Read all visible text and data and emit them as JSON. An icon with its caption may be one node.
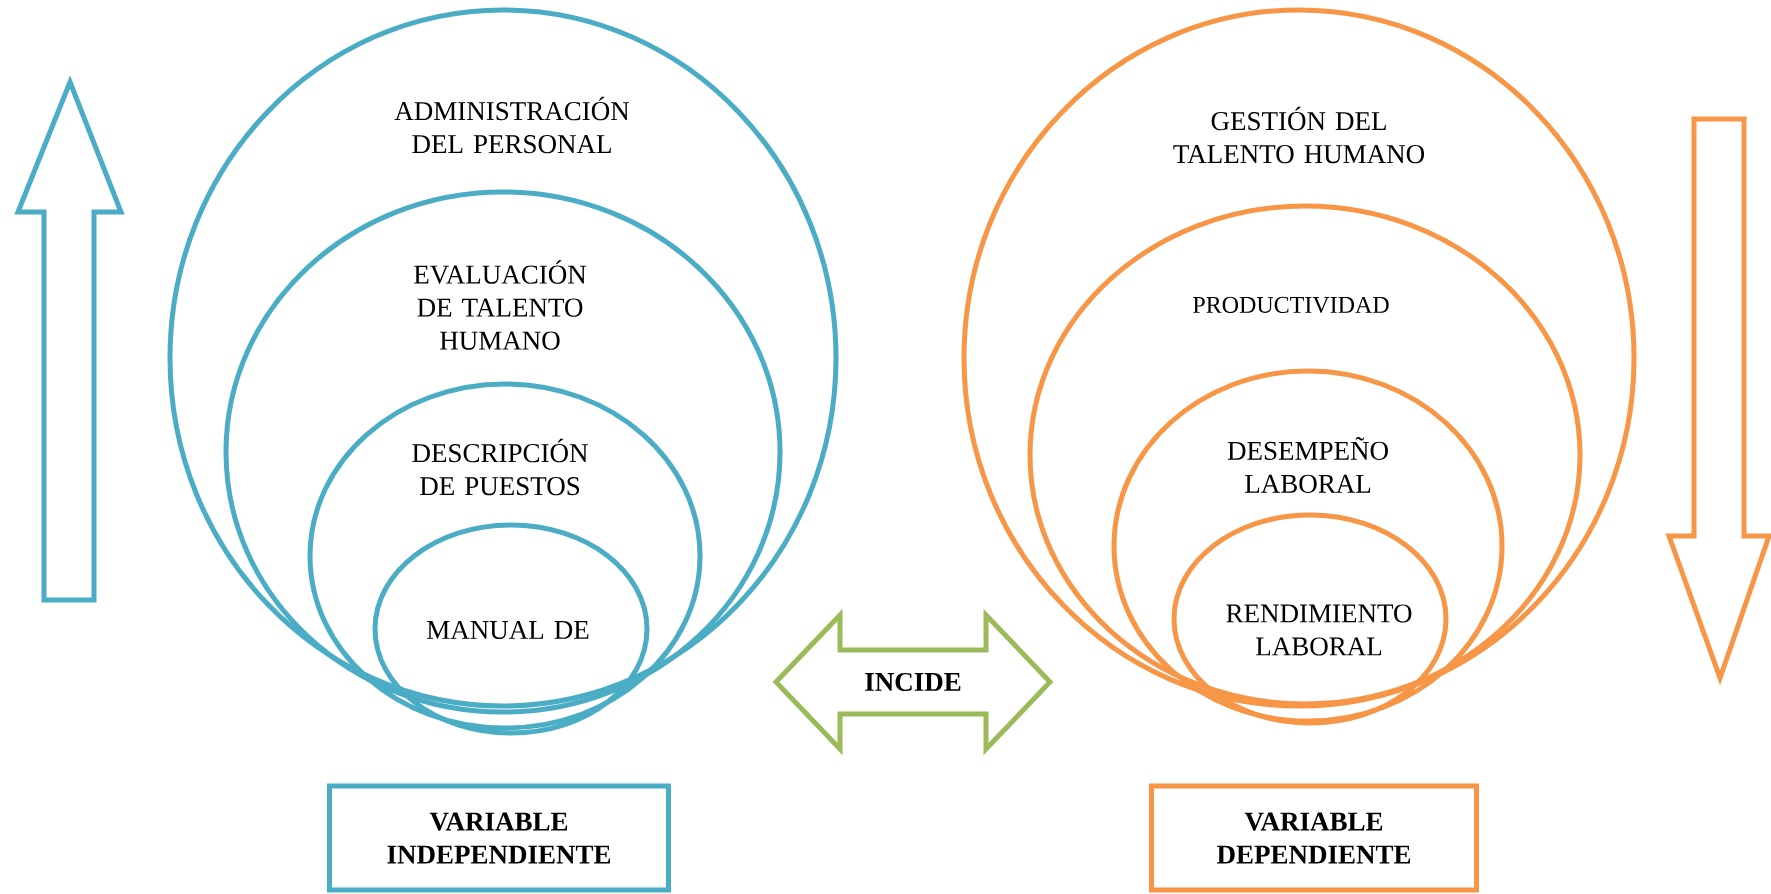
{
  "diagram": {
    "nodes": [
      {
        "text": [
          "ADMINISTRACIÓN DEL PERSONAL"
        ]
      },
      {
        "text": [
          "EVALUACIÓN DE TALENTO HUMANO"
        ],
        "in": 0
      },
      {
        "text": [
          "DESCRIPCIÓN DE PUESTOS"
        ],
        "in": 1
      },
      {
        "text": [
          "MANUAL DE"
        ],
        "in": 2
      },
      {
        "text": [
          "GESTIÓN DEL TALENTO HUMANO"
        ]
      },
      {
        "text": [
          "PRODUCTIVIDAD"
        ],
        "in": 4
      },
      {
        "text": [
          "DESEMPEÑO LABORAL"
        ],
        "in": 5
      },
      {
        "text": [
          "RENDIMIENTO LABORAL"
        ],
        "in": 6
      },
      {
        "text": [
          "VARIABLE INDEPENDIENTE"
        ]
      },
      {
        "text": [
          "VARIABLE DEPENDIENTE"
        ]
      }
    ],
    "edges": [
      {
        "from": 0,
        "to": 4,
        "arrow": "both",
        "label": "INCIDE",
        "color": "#9bbb59"
      }
    ]
  }
}
